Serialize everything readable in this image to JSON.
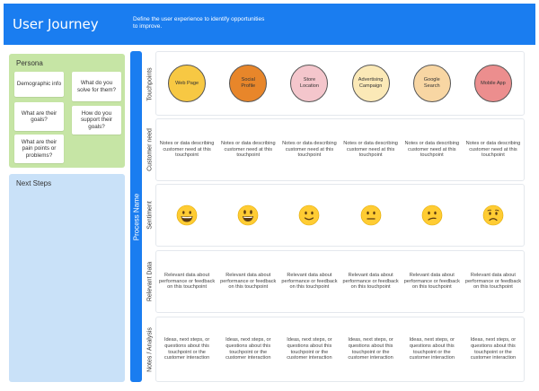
{
  "header": {
    "title": "User Journey",
    "description": "Define the user experience to identify opportunities to improve."
  },
  "persona": {
    "title": "Persona",
    "notes": [
      "Demographic info",
      "What do you solve for them?",
      "What are their goals?",
      "How do you support their goals?",
      "What are their pain points or problems?"
    ]
  },
  "next_steps": {
    "title": "Next Steps"
  },
  "process": {
    "label": "Process Name"
  },
  "rows": {
    "touchpoints": {
      "label": "Touchpoints",
      "items": [
        "Web Page",
        "Social Profile",
        "Store Location",
        "Advertising Campaign",
        "Google Search",
        "Mobile App"
      ],
      "colors": [
        "#f7c843",
        "#e8862a",
        "#f4c6cc",
        "#fbe9b7",
        "#f8d6a3",
        "#ec8e8e"
      ]
    },
    "customer_need": {
      "label": "Customer need",
      "text": "Notes or data describing customer need at this touchpoint"
    },
    "sentiment": {
      "label": "Sentiment",
      "faces": [
        "grinning-face-icon",
        "smiling-face-icon",
        "slightly-smiling-face-icon",
        "neutral-face-icon",
        "confused-face-icon",
        "worried-face-icon"
      ]
    },
    "relevant_data": {
      "label": "Relevant Data",
      "text": "Relevant data about performance or feedback on this touchpoint"
    },
    "notes_analysis": {
      "label": "Notes / Analysis",
      "text": "Ideas, next steps, or questions about this touchpoint or the customer interaction"
    }
  }
}
